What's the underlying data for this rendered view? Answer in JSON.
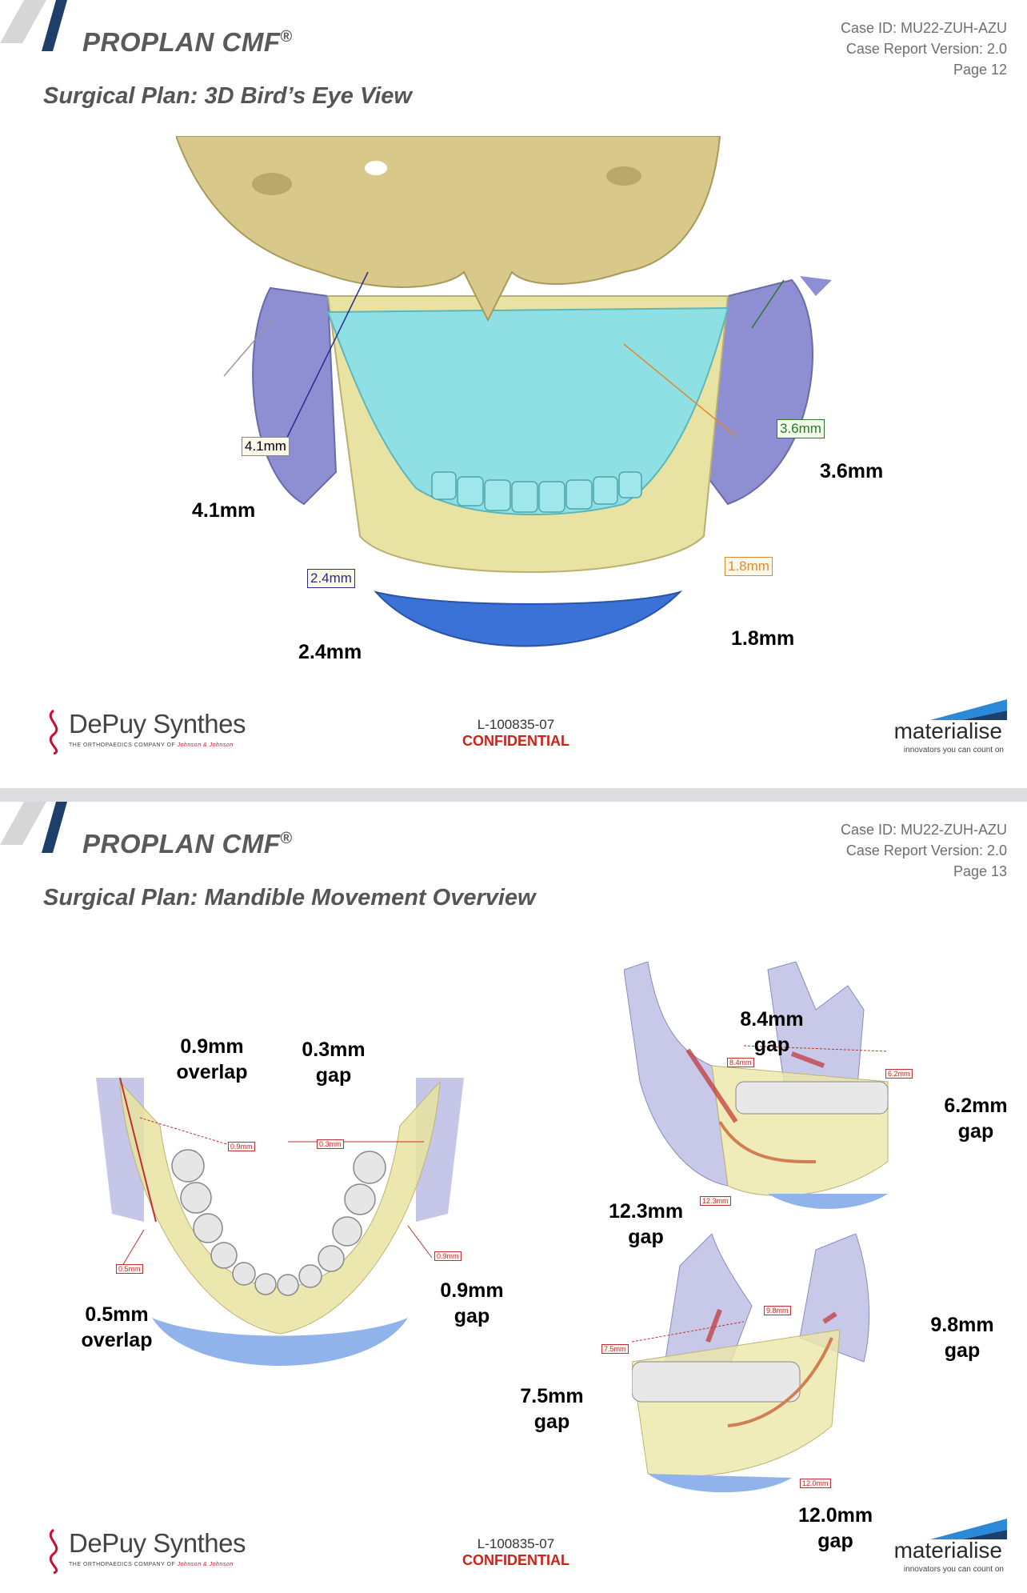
{
  "pages": [
    {
      "brand": "PROPLAN CMF",
      "reg": "®",
      "case_id": "Case ID: MU22-ZUH-AZU",
      "version": "Case Report Version: 2.0",
      "page": "Page 12",
      "subtitle": "Surgical Plan: 3D Bird’s Eye View",
      "tags": {
        "left_upper": "4.1mm",
        "left_lower": "2.4mm",
        "right_upper": "3.6mm",
        "right_lower": "1.8mm"
      },
      "labels": {
        "left_upper": "4.1mm",
        "left_lower": "2.4mm",
        "right_upper": "3.6mm",
        "right_lower": "1.8mm"
      },
      "footer": {
        "doc_id": "L-100835-07",
        "confidential": "CONFIDENTIAL"
      }
    },
    {
      "brand": "PROPLAN CMF",
      "reg": "®",
      "case_id": "Case ID: MU22-ZUH-AZU",
      "version": "Case Report Version: 2.0",
      "page": "Page 13",
      "subtitle": "Surgical Plan: Mandible Movement Overview",
      "tags": {
        "a": "0.9mm",
        "b": "0.3mm",
        "c": "0.5mm",
        "d": "0.9mm",
        "e": "8.4mm",
        "f": "6.2mm",
        "g": "12.3mm",
        "h": "9.8mm",
        "i": "7.5mm",
        "j": "12.0mm"
      },
      "labels": {
        "top_left_1": "0.9mm",
        "top_left_2": "overlap",
        "top_mid_1": "0.3mm",
        "top_mid_2": "gap",
        "left_1": "0.5mm",
        "left_2": "overlap",
        "mid_1": "0.9mm",
        "mid_2": "gap",
        "r_top_1": "8.4mm",
        "r_top_2": "gap",
        "r_right_1": "6.2mm",
        "r_right_2": "gap",
        "r_mid_1": "12.3mm",
        "r_mid_2": "gap",
        "r_b_right_1": "9.8mm",
        "r_b_right_2": "gap",
        "r_b_left_1": "7.5mm",
        "r_b_left_2": "gap",
        "r_bottom_1": "12.0mm",
        "r_bottom_2": "gap"
      },
      "footer": {
        "doc_id": "L-100835-07",
        "confidential": "CONFIDENTIAL"
      }
    }
  ],
  "footer_brands": {
    "left_name": "DePuy Synthes",
    "left_tag": "THE ORTHOPAEDICS COMPANY OF",
    "left_jj": "Johnson & Johnson",
    "right_name": "materialise",
    "right_tag": "innovators you can count on"
  },
  "colors": {
    "skull": "#d8c98a",
    "maxilla": "#8fe0e4",
    "mandible": "#e9e3a3",
    "chin": "#3a72d8",
    "ramus": "#8e8ed2",
    "confidential": "#d0201a"
  }
}
